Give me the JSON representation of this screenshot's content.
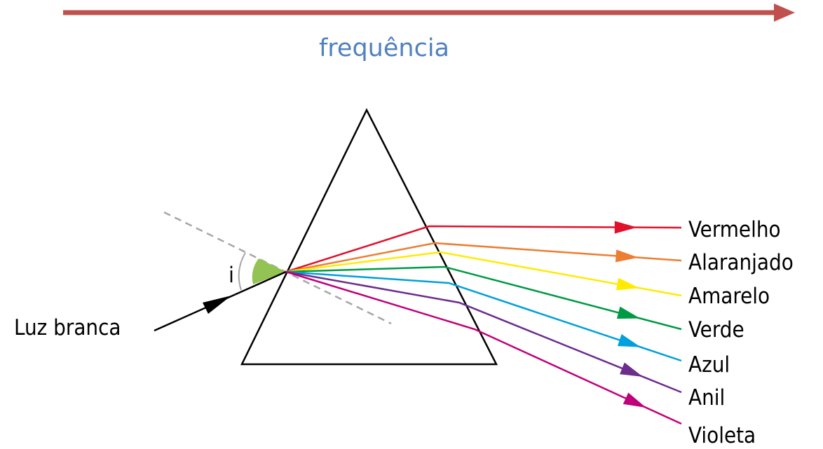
{
  "axis": {
    "label": "frequência",
    "arrow_color": "#c0504d",
    "label_color": "#4f81bd"
  },
  "incident": {
    "label": "Luz branca",
    "angle_label": "i",
    "angle_fill": "#92c353"
  },
  "rays": [
    {
      "name": "Vermelho",
      "color": "#e0112b"
    },
    {
      "name": "Alaranjado",
      "color": "#ed7d31"
    },
    {
      "name": "Amarelo",
      "color": "#ffeb00"
    },
    {
      "name": "Verde",
      "color": "#009a44"
    },
    {
      "name": "Azul",
      "color": "#00a0dc"
    },
    {
      "name": "Anil",
      "color": "#6c2d8c"
    },
    {
      "name": "Violeta",
      "color": "#c0007a"
    }
  ]
}
